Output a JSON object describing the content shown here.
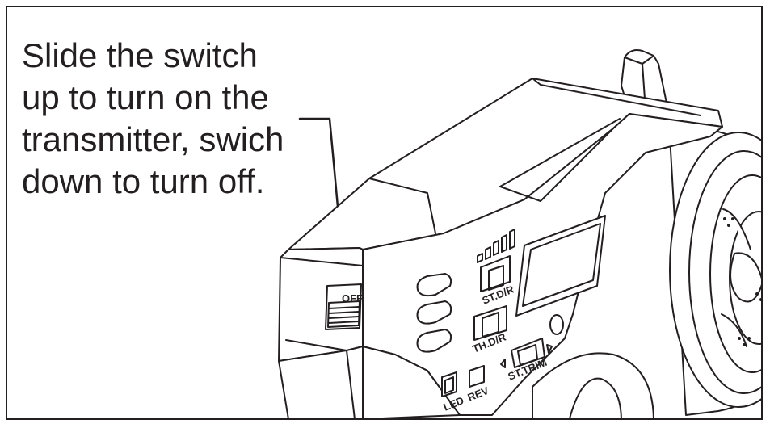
{
  "instruction": {
    "lines": [
      "Slide the switch",
      "up to turn on the",
      "transmitter, swich",
      "down to turn off."
    ]
  },
  "labels": {
    "power_switch": "OFF",
    "steering_dual_rate": "ST.D/R",
    "throttle_dual_rate": "TH.D/R",
    "steering_trim": "ST.TRIM",
    "reverse": "REV",
    "led": "LED"
  },
  "colors": {
    "line": "#231f20",
    "background": "#ffffff"
  }
}
